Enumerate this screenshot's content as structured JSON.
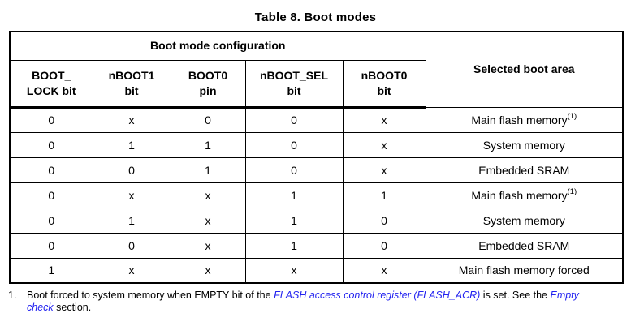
{
  "title": "Table 8. Boot modes",
  "table": {
    "group_header": "Boot mode configuration",
    "selected_header": "Selected boot area",
    "columns": [
      "BOOT_\nLOCK bit",
      "nBOOT1\nbit",
      "BOOT0\npin",
      "nBOOT_SEL\nbit",
      "nBOOT0\nbit"
    ],
    "rows": [
      {
        "cells": [
          "0",
          "x",
          "0",
          "0",
          "x"
        ],
        "area": "Main flash memory",
        "sup": "(1)"
      },
      {
        "cells": [
          "0",
          "1",
          "1",
          "0",
          "x"
        ],
        "area": "System memory",
        "sup": ""
      },
      {
        "cells": [
          "0",
          "0",
          "1",
          "0",
          "x"
        ],
        "area": "Embedded SRAM",
        "sup": ""
      },
      {
        "cells": [
          "0",
          "x",
          "x",
          "1",
          "1"
        ],
        "area": "Main flash memory",
        "sup": "(1)"
      },
      {
        "cells": [
          "0",
          "1",
          "x",
          "1",
          "0"
        ],
        "area": "System memory",
        "sup": ""
      },
      {
        "cells": [
          "0",
          "0",
          "x",
          "1",
          "0"
        ],
        "area": "Embedded SRAM",
        "sup": ""
      },
      {
        "cells": [
          "1",
          "x",
          "x",
          "x",
          "x"
        ],
        "area": "Main flash memory forced",
        "sup": ""
      }
    ]
  },
  "footnote": {
    "number": "1.",
    "part1": "Boot forced to system memory when EMPTY bit of the ",
    "link1": "FLASH access control register (FLASH_ACR)",
    "part2": " is set. See the ",
    "link2": "Empty check",
    "part3": " section.",
    "link_color": "#2323f0"
  }
}
